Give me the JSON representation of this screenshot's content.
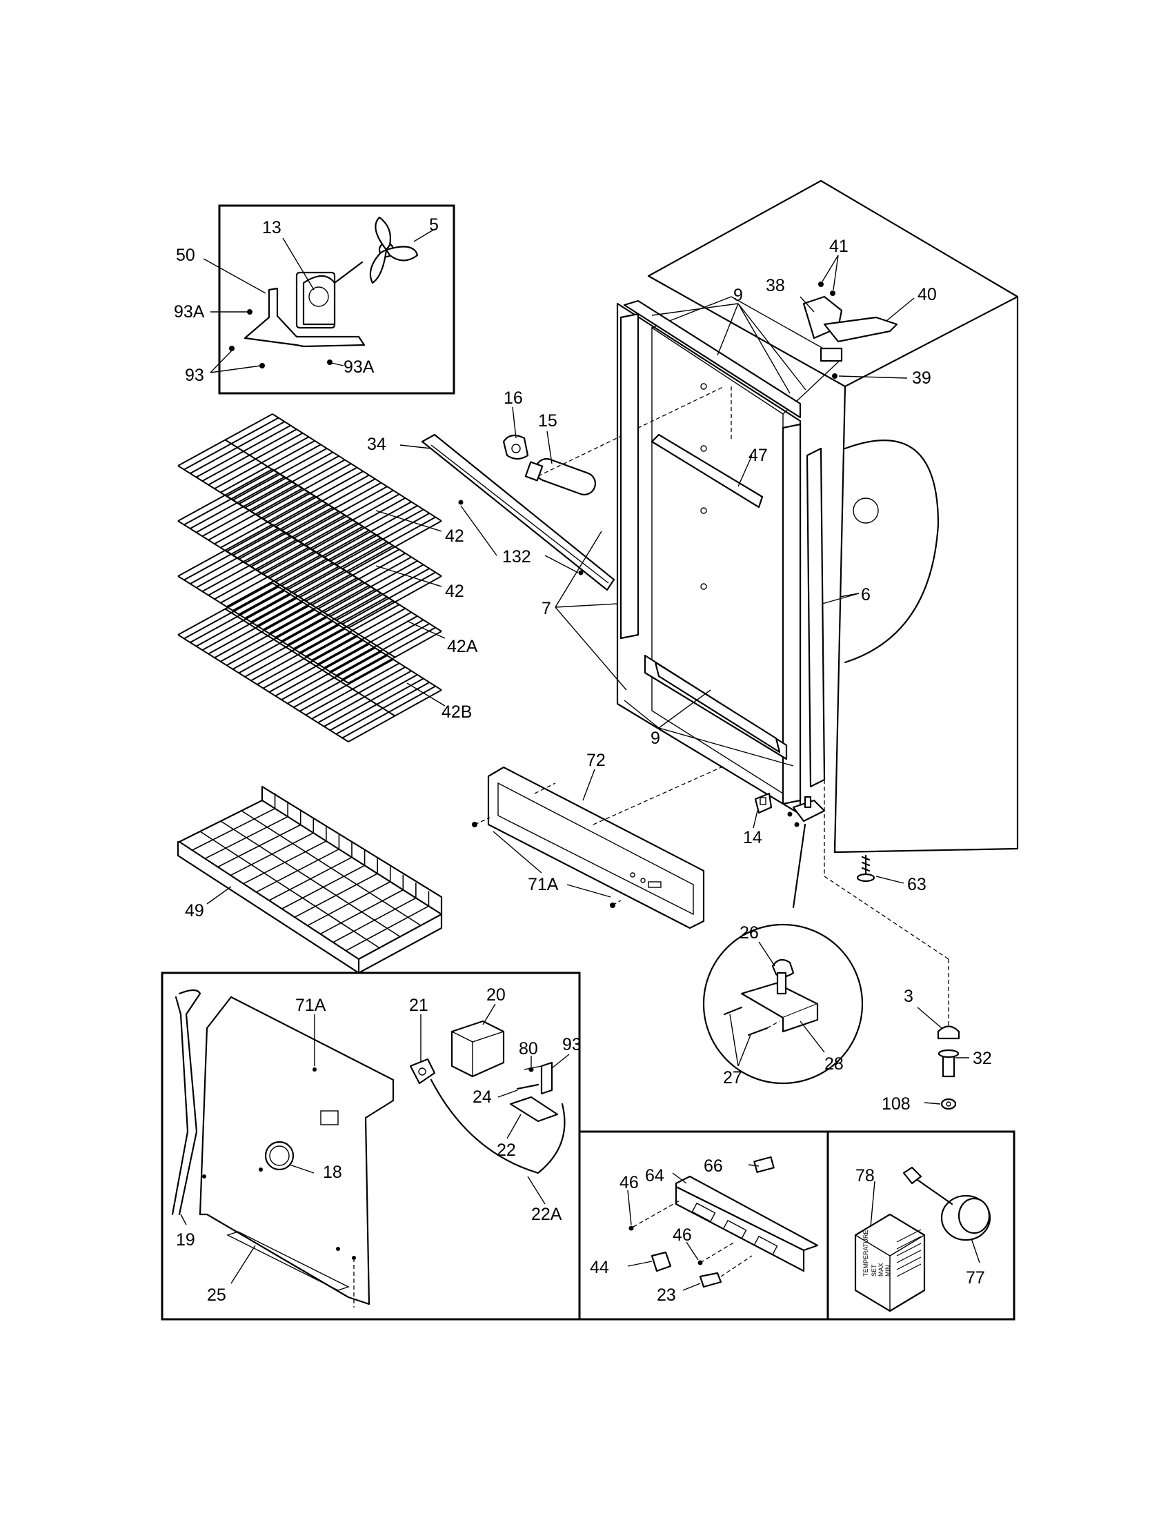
{
  "part_labels": {
    "fan_blade": "5",
    "fan_motor": "13",
    "motor_bracket": "50",
    "screw_93a_upper": "93A",
    "screw_93": "93",
    "screw_93a_lower": "93A",
    "light_socket": "16",
    "light_bulb": "15",
    "light_shield": "34",
    "shelf_upper": "42",
    "shelf_middle": "42",
    "shelf_42a": "42A",
    "shelf_42b": "42B",
    "screw_132": "132",
    "gasket_7": "7",
    "basket": "49",
    "hinge_cover_41": "41",
    "hinge_38": "38",
    "hinge_bracket_40": "40",
    "screw_39": "39",
    "gasket_9_top": "9",
    "channel_47": "47",
    "gasket_6": "6",
    "gasket_9_bottom": "9",
    "toe_grille_72": "72",
    "screw_71a": "71A",
    "switch_14": "14",
    "leveler_63": "63",
    "hinge_pin_26": "26",
    "hinge_screw_27": "27",
    "lower_hinge_28": "28",
    "cap_3": "3",
    "roller_32": "32",
    "nut_108": "108",
    "panel_screw_71a": "71A",
    "cover_20": "20",
    "thermostat_21": "21",
    "screw_80": "80",
    "bracket_93": "93",
    "clip_24": "24",
    "tube_22": "22",
    "wire_22a": "22A",
    "pad_18": "18",
    "liner_19": "19",
    "panel_25": "25",
    "screw_46_a": "46",
    "housing_64": "64",
    "lamp_66": "66",
    "screw_46_b": "46",
    "switch_44": "44",
    "lens_23": "23",
    "dial_label_78": "78",
    "knob_77": "77"
  },
  "dial_plate_text": [
    "TEMPERATURE",
    "SET",
    "MAX",
    "MIN"
  ]
}
